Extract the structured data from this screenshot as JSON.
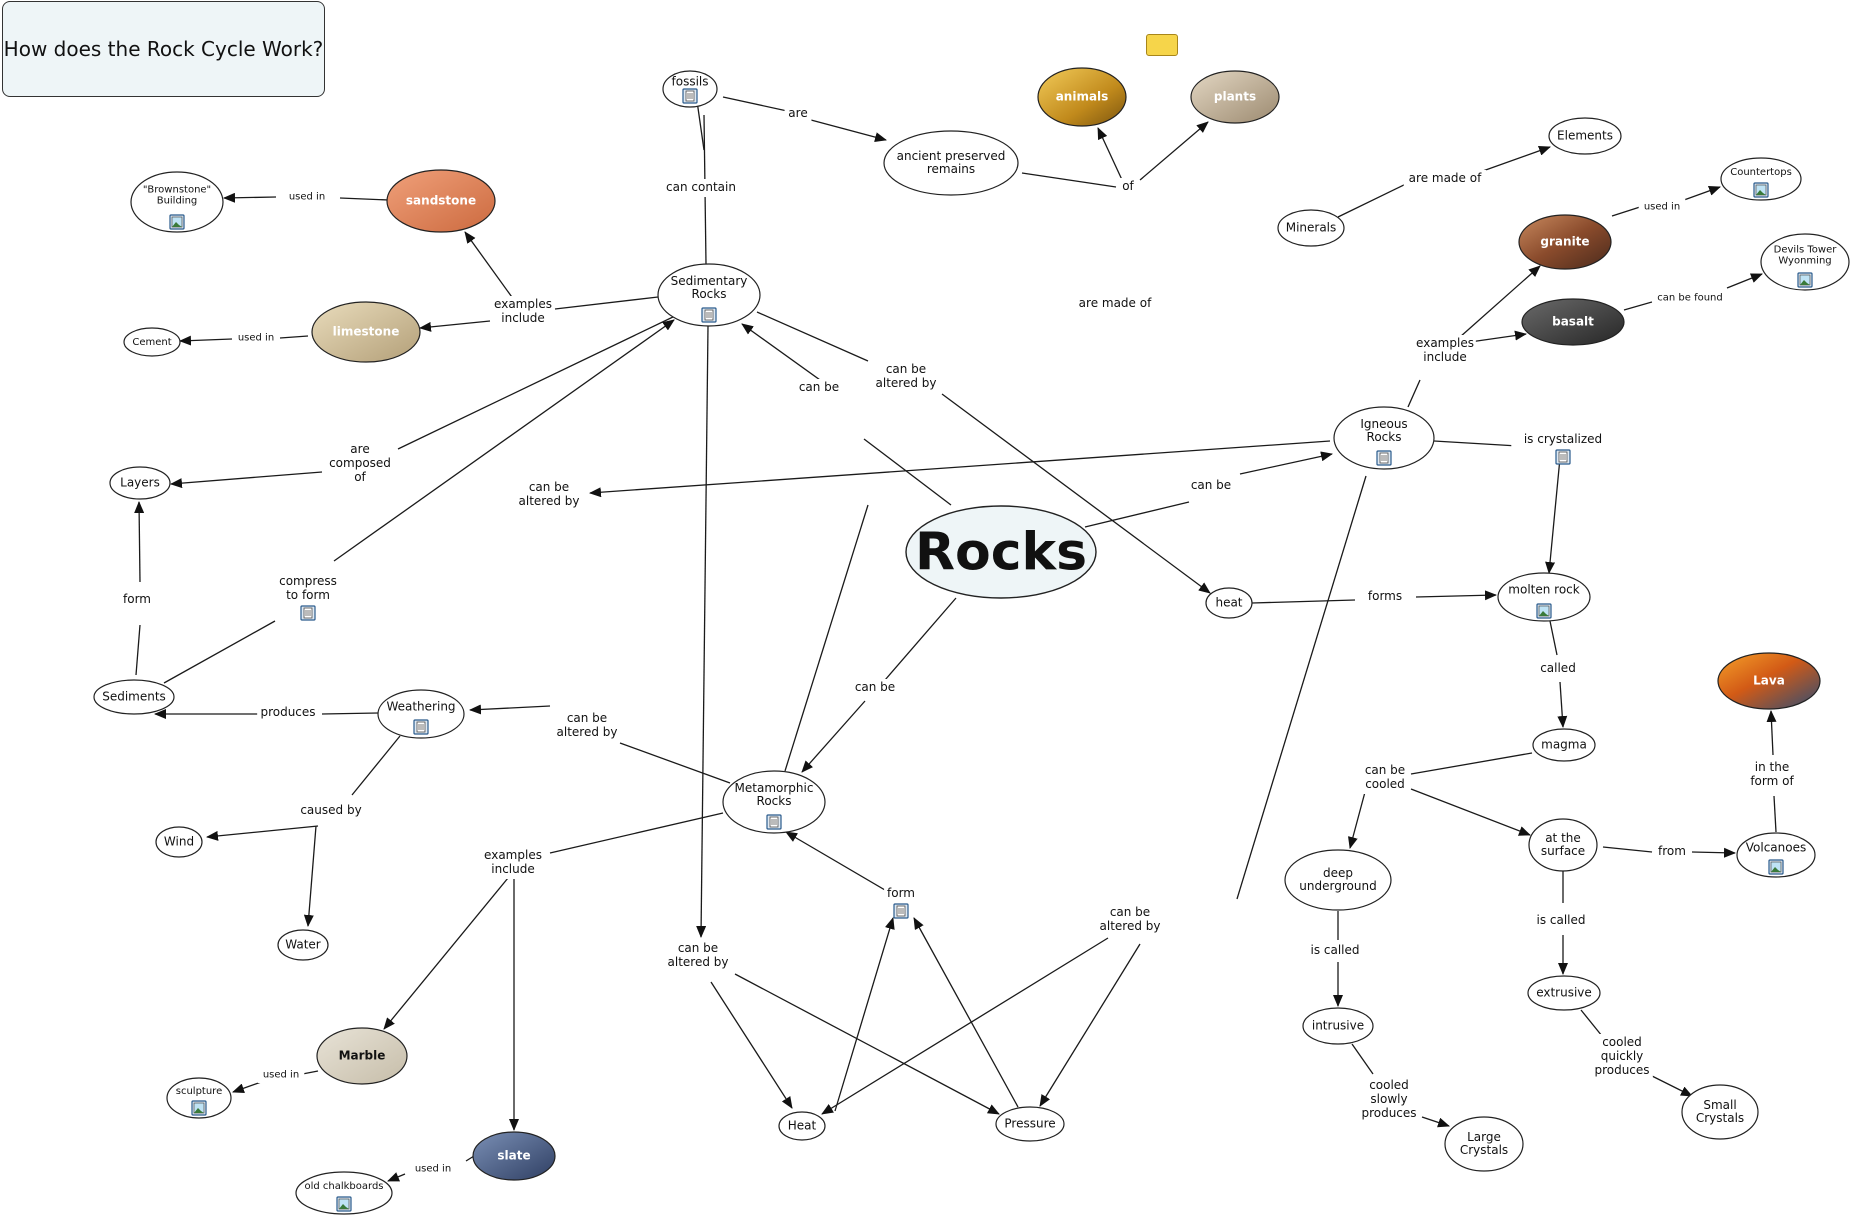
{
  "title": "How does the Rock Cycle Work?",
  "colors": {
    "title_bg": "#eef5f7",
    "node_bg": "#ffffff",
    "rocks_bg": "#eef5f7",
    "stroke": "#222222"
  },
  "icons": {
    "resource": "document-icon",
    "image": "image-icon",
    "toolbar": "concept-map-tool-icon"
  },
  "nodes": [
    {
      "id": "rocks",
      "label": "Rocks"
    },
    {
      "id": "sedimentary",
      "label": "Sedimentary Rocks"
    },
    {
      "id": "igneous",
      "label": "Igneous Rocks"
    },
    {
      "id": "metamorphic",
      "label": "Metamorphic Rocks"
    },
    {
      "id": "fossils",
      "label": "fossils"
    },
    {
      "id": "ancient",
      "label": "ancient preserved remains"
    },
    {
      "id": "animals",
      "label": "animals"
    },
    {
      "id": "plants",
      "label": "plants"
    },
    {
      "id": "minerals",
      "label": "Minerals"
    },
    {
      "id": "elements",
      "label": "Elements"
    },
    {
      "id": "countertops",
      "label": "Countertops"
    },
    {
      "id": "granite",
      "label": "granite"
    },
    {
      "id": "devils",
      "label": "Devils Tower Wyonming"
    },
    {
      "id": "basalt",
      "label": "basalt"
    },
    {
      "id": "brownstone",
      "label": "\"Brownstone\" Building"
    },
    {
      "id": "sandstone",
      "label": "sandstone"
    },
    {
      "id": "cement",
      "label": "Cement"
    },
    {
      "id": "limestone",
      "label": "limestone"
    },
    {
      "id": "layers",
      "label": "Layers"
    },
    {
      "id": "sediments",
      "label": "Sediments"
    },
    {
      "id": "weathering",
      "label": "Weathering"
    },
    {
      "id": "wind",
      "label": "Wind"
    },
    {
      "id": "water",
      "label": "Water"
    },
    {
      "id": "heat_top",
      "label": "heat"
    },
    {
      "id": "molten",
      "label": "molten rock"
    },
    {
      "id": "magma",
      "label": "magma"
    },
    {
      "id": "lava",
      "label": "Lava"
    },
    {
      "id": "volcanoes",
      "label": "Volcanoes"
    },
    {
      "id": "surface",
      "label": "at the surface"
    },
    {
      "id": "deep",
      "label": "deep underground"
    },
    {
      "id": "intrusive",
      "label": "intrusive"
    },
    {
      "id": "extrusive",
      "label": "extrusive"
    },
    {
      "id": "large",
      "label": "Large Crystals"
    },
    {
      "id": "small",
      "label": "Small Crystals"
    },
    {
      "id": "marble",
      "label": "Marble"
    },
    {
      "id": "sculpture",
      "label": "sculpture"
    },
    {
      "id": "slate",
      "label": "slate"
    },
    {
      "id": "chalk",
      "label": "old chalkboards"
    },
    {
      "id": "heat_bottom",
      "label": "Heat"
    },
    {
      "id": "pressure",
      "label": "Pressure"
    }
  ],
  "links": [
    {
      "id": "can_contain",
      "label": "can contain"
    },
    {
      "id": "are",
      "label": "are"
    },
    {
      "id": "of",
      "label": "of"
    },
    {
      "id": "are_made_of_minerals",
      "label": "are made of"
    },
    {
      "id": "are_made_of_rocks",
      "label": "are made of"
    },
    {
      "id": "used_in_countertops",
      "label": "used in"
    },
    {
      "id": "can_be_found",
      "label": "can be found"
    },
    {
      "id": "examples_include_igneous",
      "label": "examples include"
    },
    {
      "id": "used_in_brownstone",
      "label": "used in"
    },
    {
      "id": "used_in_cement",
      "label": "used in"
    },
    {
      "id": "examples_include_sed",
      "label": "examples include"
    },
    {
      "id": "can_be_sed",
      "label": "can be"
    },
    {
      "id": "altered_sed_heat",
      "label": "can be altered by"
    },
    {
      "id": "are_composed_of",
      "label": "are composed of"
    },
    {
      "id": "altered_weathering",
      "label": "can be altered by"
    },
    {
      "id": "can_be_igneous",
      "label": "can be"
    },
    {
      "id": "is_crystalized",
      "label": "is crystalized"
    },
    {
      "id": "forms",
      "label": "forms"
    },
    {
      "id": "called",
      "label": "called"
    },
    {
      "id": "form_layers",
      "label": "form"
    },
    {
      "id": "compress_to_form",
      "label": "compress to form"
    },
    {
      "id": "produces",
      "label": "produces"
    },
    {
      "id": "altered_met_weathering",
      "label": "can be altered by"
    },
    {
      "id": "can_be_met",
      "label": "can be"
    },
    {
      "id": "caused_by",
      "label": "caused by"
    },
    {
      "id": "examples_include_met",
      "label": "examples include"
    },
    {
      "id": "form_met",
      "label": "form"
    },
    {
      "id": "altered_sed_bottom",
      "label": "can be altered by"
    },
    {
      "id": "altered_ign_bottom",
      "label": "can be altered by"
    },
    {
      "id": "can_be_cooled",
      "label": "can be cooled"
    },
    {
      "id": "from",
      "label": "from"
    },
    {
      "id": "in_the_form_of",
      "label": "in the form of"
    },
    {
      "id": "is_called_deep",
      "label": "is called"
    },
    {
      "id": "is_called_surface",
      "label": "is called"
    },
    {
      "id": "cooled_slowly",
      "label": "cooled slowly produces"
    },
    {
      "id": "cooled_quickly",
      "label": "cooled quickly produces"
    },
    {
      "id": "used_in_sculpture",
      "label": "used in"
    },
    {
      "id": "used_in_chalk",
      "label": "used in"
    }
  ]
}
